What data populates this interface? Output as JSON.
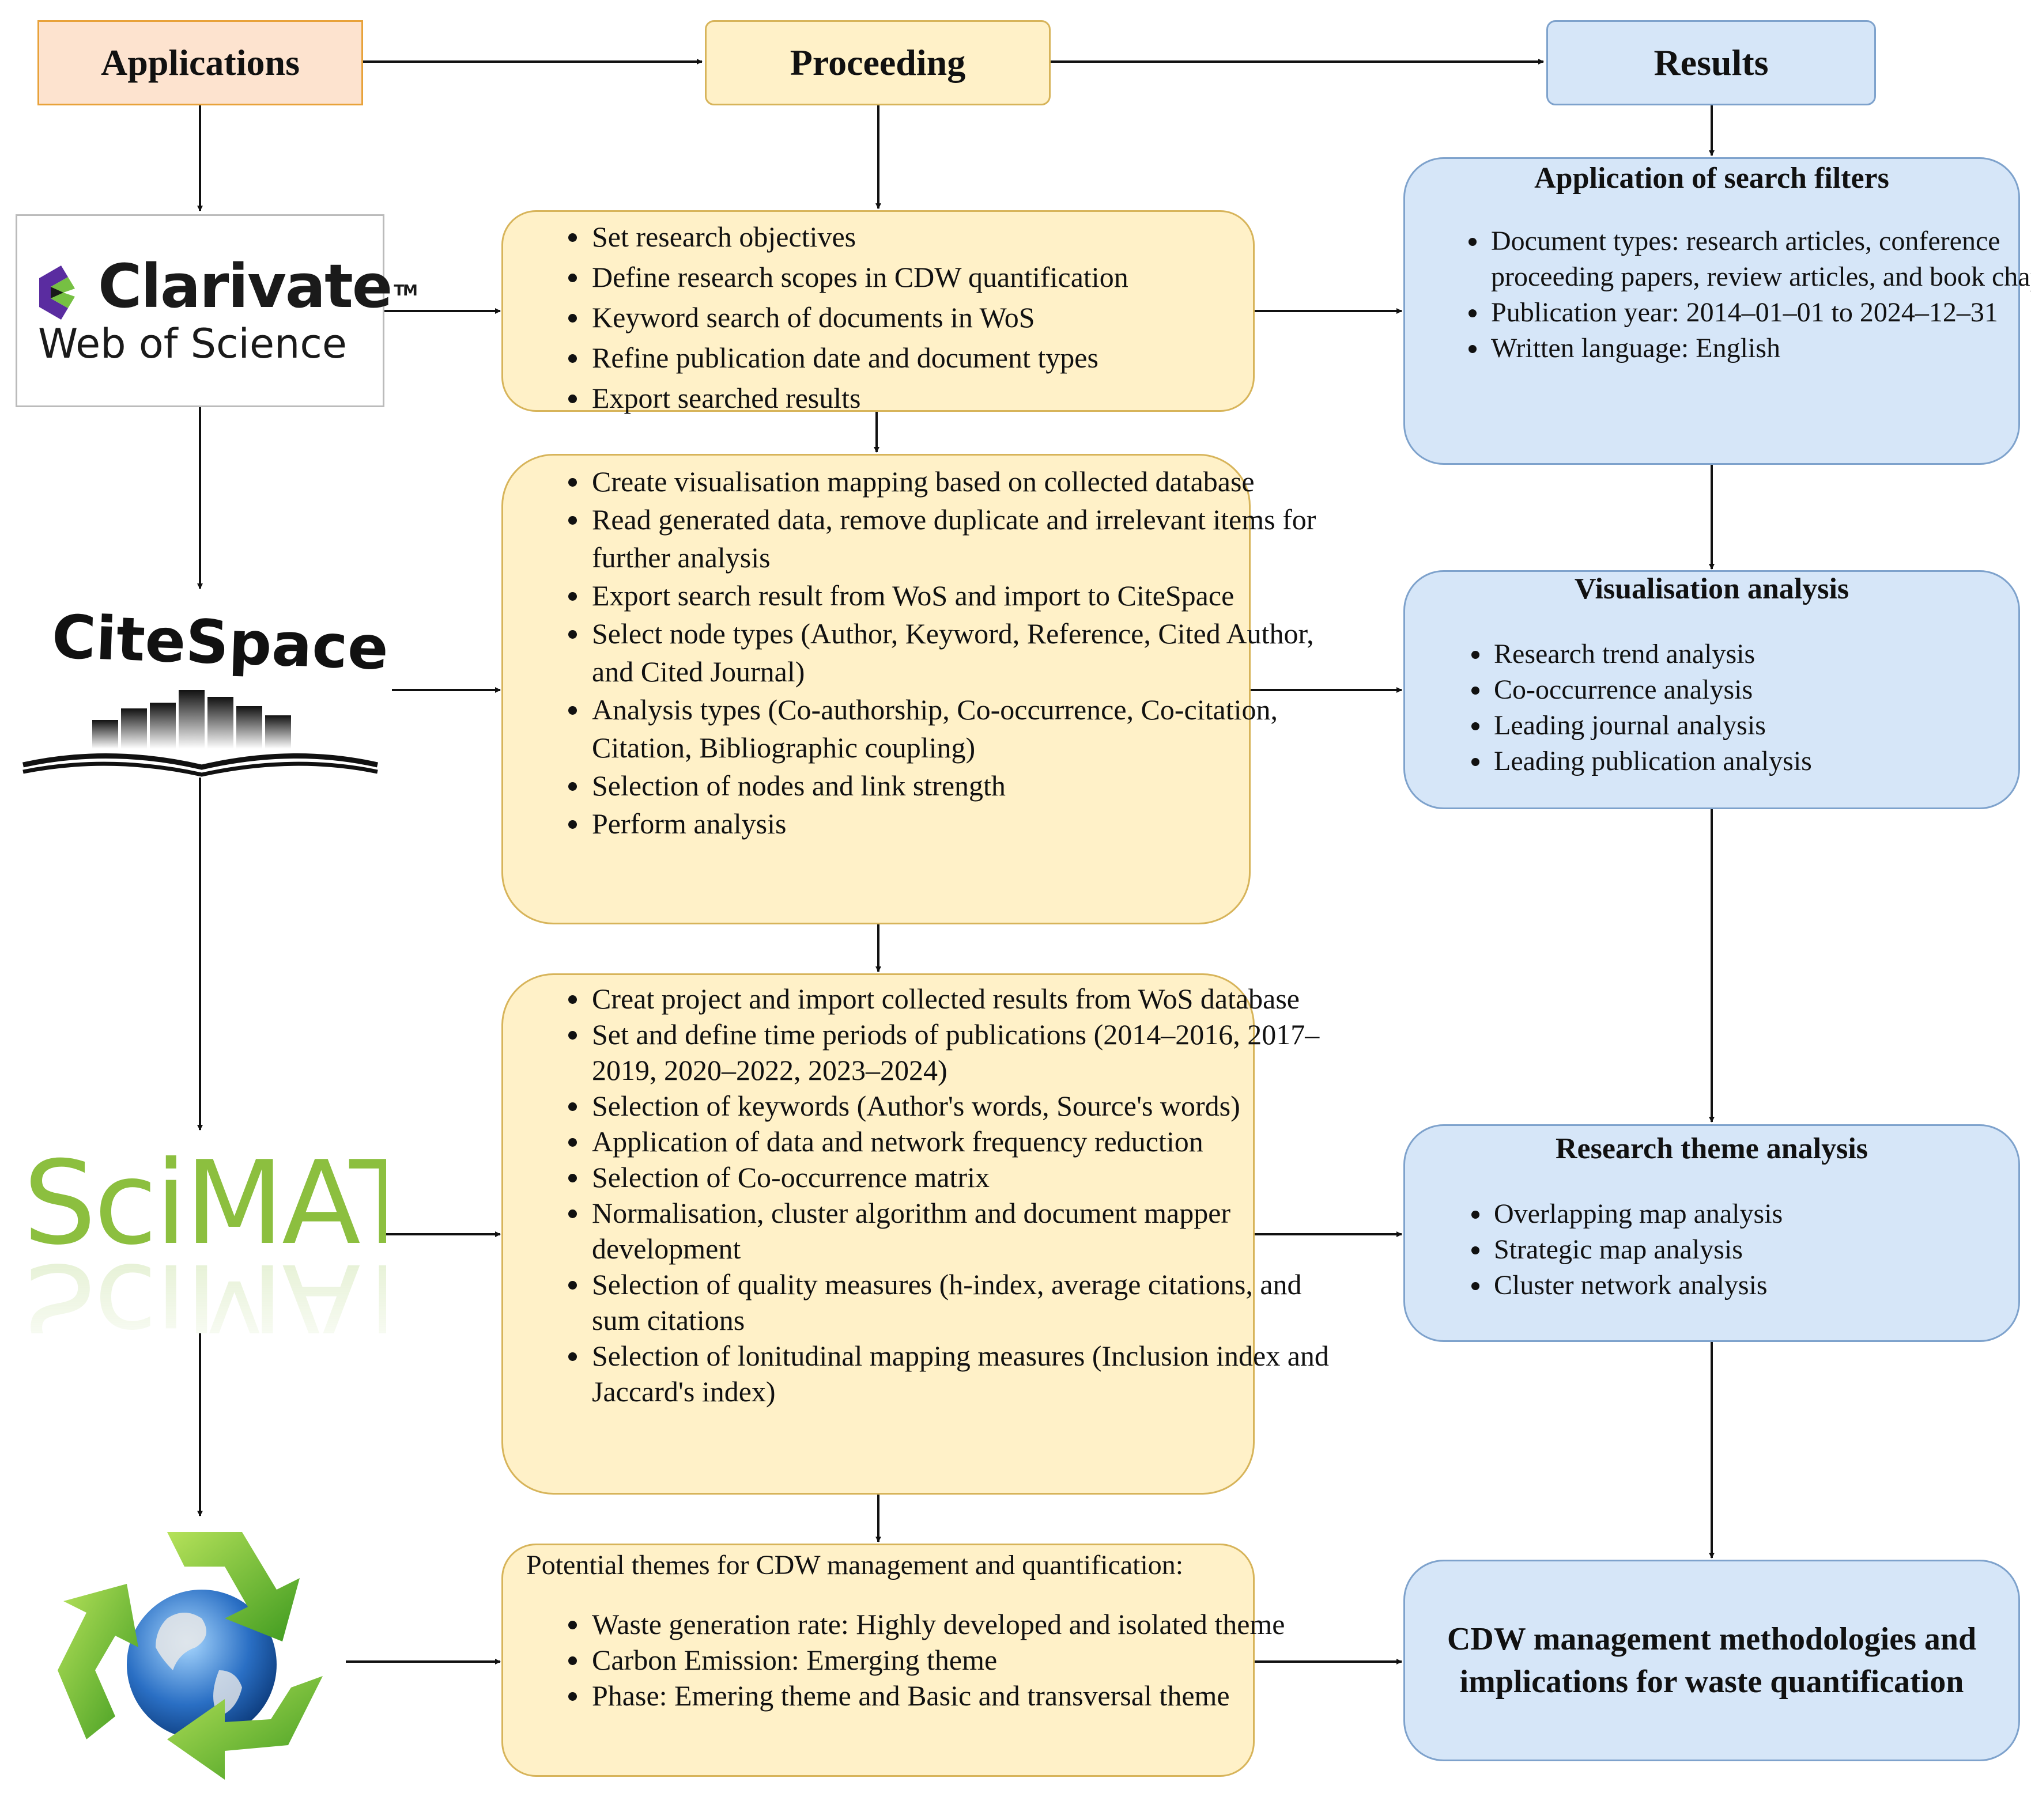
{
  "headers": {
    "applications": "Applications",
    "proceeding": "Proceeding",
    "results": "Results"
  },
  "logos": {
    "clarivate_name": "Clarivate",
    "clarivate_tm": "TM",
    "clarivate_product": "Web of Science",
    "citespace": "CiteSpace",
    "scimat": "SciMAT",
    "recycle": "recycle-globe-icon"
  },
  "proceeding": {
    "step1": [
      "Set research objectives",
      "Define research scopes in CDW quantification",
      "Keyword search of documents in WoS",
      "Refine publication date and document types",
      "Export searched results"
    ],
    "step2": [
      "Create visualisation mapping based on collected database",
      "Read generated data, remove duplicate and irrelevant items for further analysis",
      "Export search result from WoS and import to CiteSpace",
      "Select node types (Author, Keyword, Reference, Cited Author, and Cited Journal)",
      "Analysis types (Co-authorship, Co-occurrence, Co-citation, Citation, Bibliographic coupling)",
      "Selection of nodes and link strength",
      "Perform analysis"
    ],
    "step3": [
      "Creat project and import collected results from WoS database",
      "Set and define time periods of publications (2014–2016, 2017–2019, 2020–2022, 2023–2024)",
      "Selection of keywords (Author's words, Source's words)",
      "Application of data and network frequency reduction",
      "Selection of Co-occurrence matrix",
      "Normalisation, cluster algorithm and document mapper development",
      "Selection of quality measures (h-index, average citations, and sum citations",
      "Selection of lonitudinal mapping measures (Inclusion index and Jaccard's index)"
    ],
    "step4_intro": "Potential themes for CDW management and quantification:",
    "step4": [
      "Waste generation rate: Highly developed and isolated theme",
      "Carbon Emission: Emerging theme",
      "Phase: Emering theme and Basic and transversal theme"
    ]
  },
  "results": {
    "filters": {
      "title": "Application of search filters",
      "items": [
        "Document types: research articles, conference proceeding papers, review articles, and book chapters",
        "Publication year: 2014–01–01 to 2024–12–31",
        "Written language: English"
      ]
    },
    "visualisation": {
      "title": "Visualisation analysis",
      "items": [
        "Research trend analysis",
        "Co-occurrence analysis",
        "Leading journal analysis",
        "Leading publication analysis"
      ]
    },
    "theme": {
      "title": "Research theme analysis",
      "items": [
        "Overlapping map analysis",
        "Strategic map analysis",
        "Cluster network analysis"
      ]
    },
    "final": "CDW management methodologies and implications for waste quantification"
  },
  "colors": {
    "orange_fill": "#fde3cf",
    "yellow_fill": "#fff1c8",
    "blue_fill": "#d6e6f8",
    "scimat_green": "#8cbf3f"
  }
}
